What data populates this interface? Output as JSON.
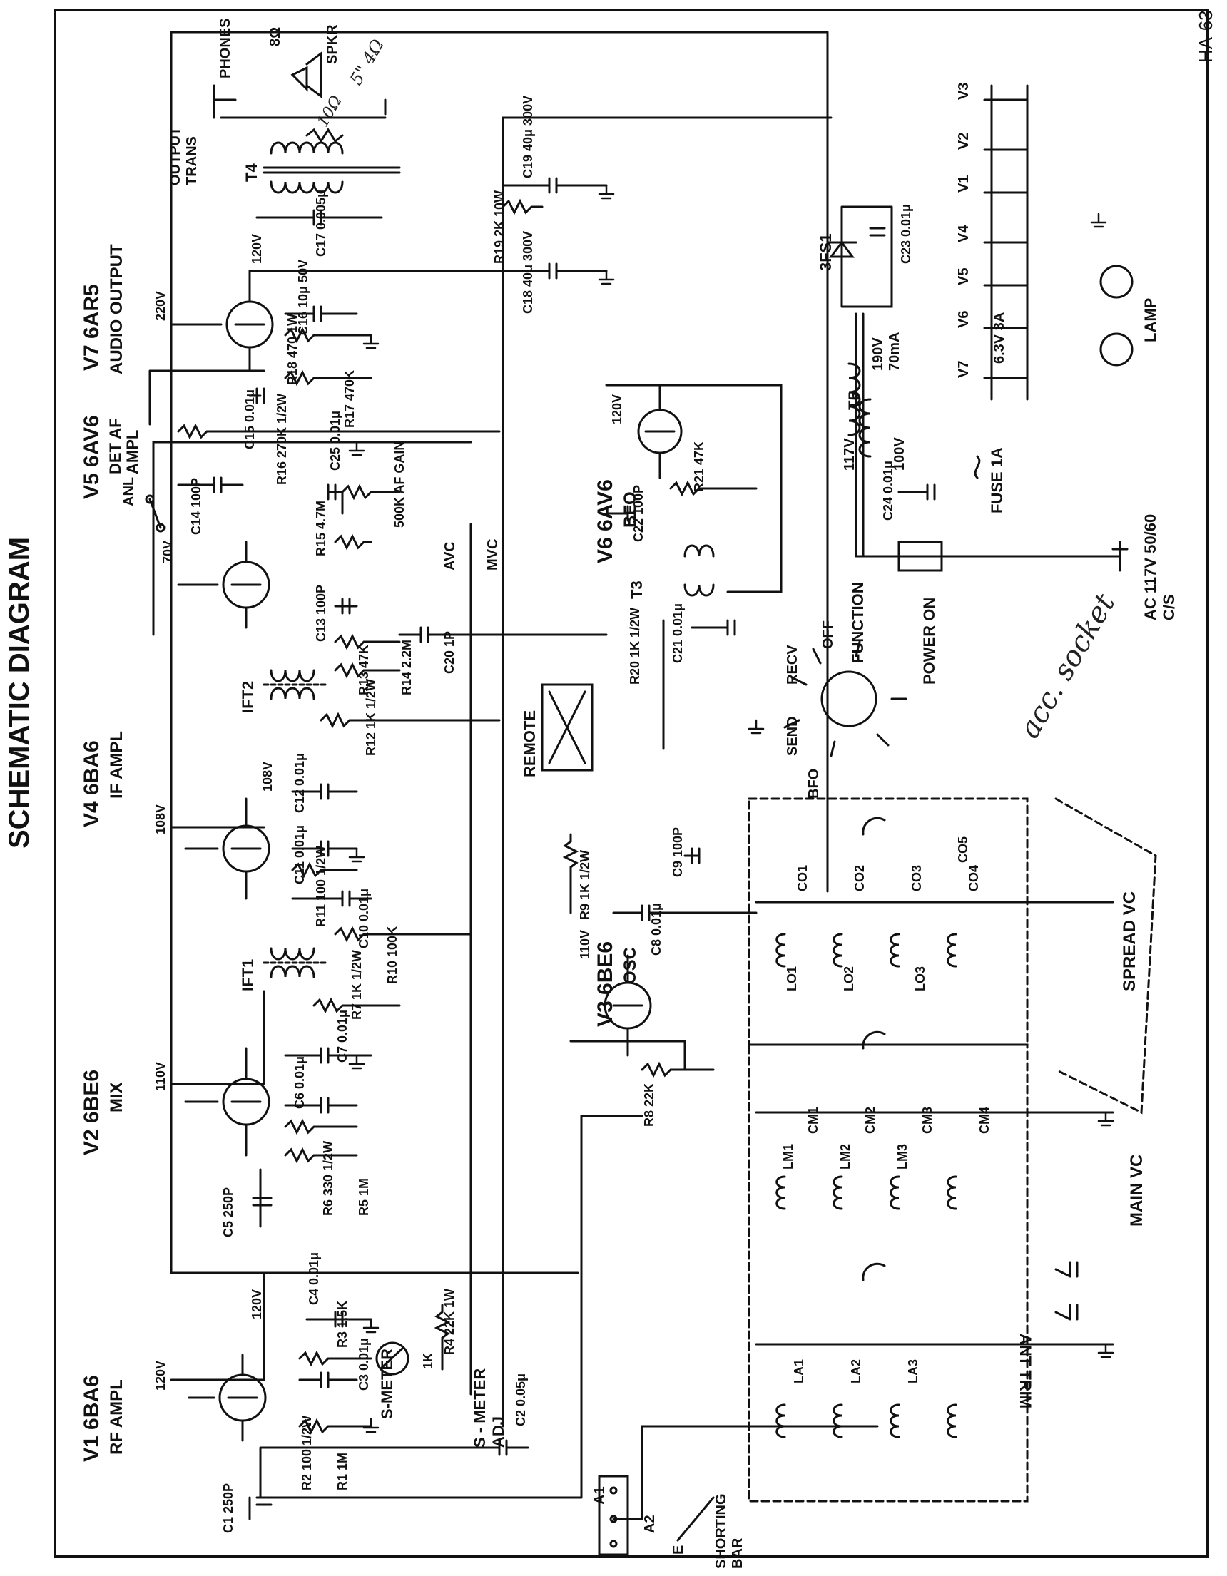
{
  "title": "SCHEMATIC DIAGRAM",
  "sheet_id": "HA-63",
  "tubes": [
    {
      "ref": "V1",
      "type": "6BA6",
      "function": "RF AMPL"
    },
    {
      "ref": "V2",
      "type": "6BE6",
      "function": "MIX"
    },
    {
      "ref": "V3",
      "type": "6BE6",
      "function": "OSC"
    },
    {
      "ref": "V4",
      "type": "6BA6",
      "function": "IF AMPL"
    },
    {
      "ref": "V5",
      "type": "6AV6",
      "function": "DET AF AMPL"
    },
    {
      "ref": "V6",
      "type": "6AV6",
      "function": "BFO"
    },
    {
      "ref": "V7",
      "type": "6AR5",
      "function": "AUDIO OUTPUT"
    }
  ],
  "voltages": [
    "120V",
    "120V",
    "110V",
    "108V",
    "108V",
    "70V",
    "220V",
    "120V",
    "110V",
    "120V"
  ],
  "components": [
    "C1 250P",
    "R1 1M",
    "R2 100 1/2W",
    "C2 0.05μ",
    "R3 1.5K",
    "C3 0.01μ",
    "C4 0.01μ",
    "R4 22K 1W",
    "1K",
    "C5 250P",
    "R5 1M",
    "R6 330 1/2W",
    "C6 0.01μ",
    "C7 0.01μ",
    "R7 1K 1/2W",
    "R8 22K",
    "C8 0.01μ",
    "R9 1K 1/2W",
    "C9 100P",
    "R10 100K",
    "C10 0.01μ",
    "R11 100 1/2W",
    "C11 0.01μ",
    "C12 0.01μ",
    "R12 1K 1/2W",
    "R13 47K",
    "R14 2.2M",
    "C13 100P",
    "R15 4.7M",
    "C14 100P",
    "C25 0.01μ",
    "500K AF GAIN",
    "R16 270K 1/2W",
    "C15 0.01μ",
    "R17 470K",
    "R18 470 1W",
    "C16 10μ 50V",
    "C17 0.005μ",
    "R19 2K 10W",
    "C18 40μ 300V",
    "C19 40μ 300V",
    "C20 1P",
    "R20 1K 1/2W",
    "C21 0.01μ",
    "C22 100P",
    "R21 47K",
    "C23 0.01μ",
    "C24 0.01μ"
  ],
  "transformers": [
    "IFT1",
    "IFT2",
    "T3",
    "T4",
    "T5"
  ],
  "labels": {
    "s_meter": "S-METER",
    "s_meter_adj": "S - METER ADJ",
    "avc": "AVC",
    "mvc": "MVC",
    "anl": "ANL",
    "off": "OFF",
    "on": "ON",
    "remote": "REMOTE",
    "function": "FUNCTION",
    "send": "SEND",
    "recv": "RECV",
    "sw_off": "OFF",
    "bfo": "BFO",
    "power_on": "POWER ON",
    "output_trans": "OUTPUT TRANS",
    "phones": "PHONES",
    "spkr": "SPKR",
    "ohm8": "8Ω",
    "lamp": "LAMP",
    "fuse": "FUSE 1A",
    "ac_in": "AC 117V 50/60 C/S",
    "fs": "3FS1",
    "t5_sec": "190V 70mA",
    "t5_fil": "6.3V 3A",
    "v117": "117V",
    "v100": "100V",
    "spread_vc": "SPREAD VC",
    "main_vc": "MAIN VC",
    "ant_trim": "ANT TRIM",
    "shorting_bar": "SHORTING BAR",
    "a1": "A1",
    "a2": "A2",
    "e": "E"
  },
  "coils": {
    "lo": [
      "LO1",
      "LO2",
      "LO3"
    ],
    "co": [
      "CO1",
      "CO2",
      "CO3",
      "CO4",
      "CO5"
    ],
    "lm": [
      "LM1",
      "LM2",
      "LM3"
    ],
    "cm": [
      "CM1",
      "CM2",
      "CM3",
      "CM4"
    ],
    "la": [
      "LA1",
      "LA2",
      "LA3"
    ]
  },
  "heater_taps": [
    "V3",
    "V2",
    "V1",
    "V4",
    "V5",
    "V6",
    "V7"
  ],
  "handwritten": {
    "note1": "acc. socket",
    "note2": "10Ω",
    "note3": "5\" 4Ω"
  }
}
